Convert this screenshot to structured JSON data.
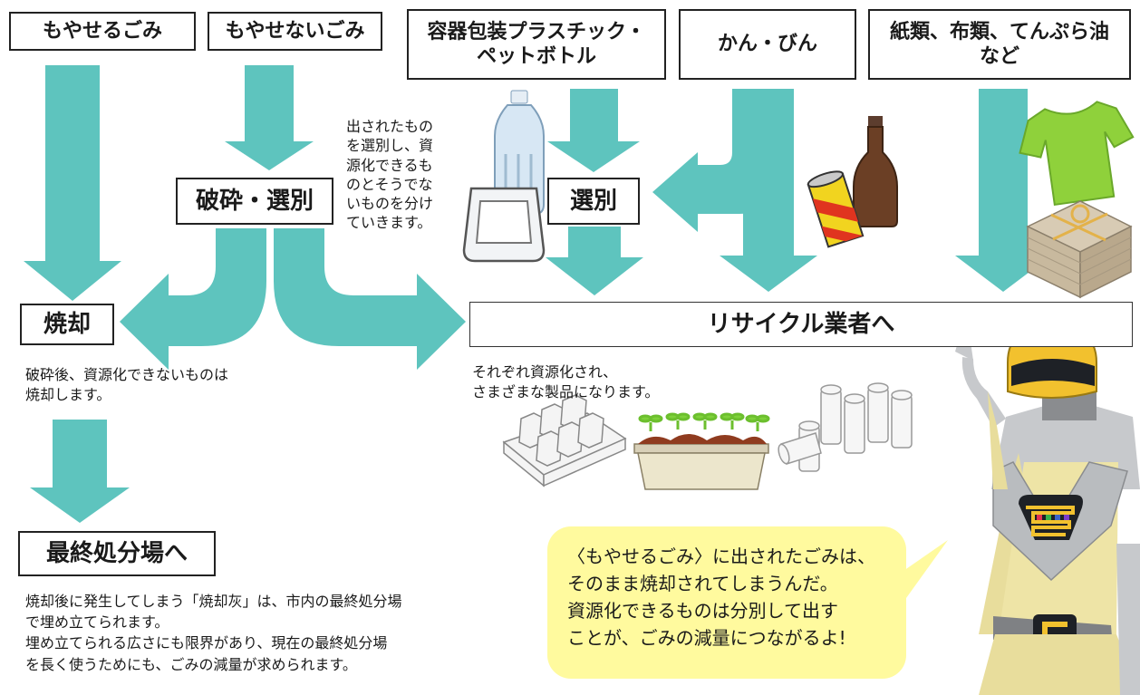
{
  "categories": {
    "burnable": "もやせるごみ",
    "non_burnable": "もやせないごみ",
    "plastic_line1": "容器包装プラスチック・",
    "plastic_line2": "ペットボトル",
    "cans_bottles": "かん・びん",
    "paper_line1": "紙類、布類、てんぷら油",
    "paper_line2": "など"
  },
  "processes": {
    "crush_sort": "破砕・選別",
    "sort": "選別",
    "incinerate": "焼却",
    "recycler": "リサイクル業者へ",
    "landfill": "最終処分場へ"
  },
  "notes": {
    "sorting": [
      "出されたもの",
      "を選別し、資",
      "源化できるも",
      "のとそうでな",
      "いものを分け",
      "ていきます。"
    ],
    "incinerate": [
      "破砕後、資源化できないものは",
      "焼却します。"
    ],
    "recycle": [
      "それぞれ資源化され、",
      "さまざまな製品になります。"
    ],
    "landfill": [
      "焼却後に発生してしまう「焼却灰」は、市内の最終処分場",
      "で埋め立てられます。",
      "埋め立てられる広さにも限界があり、現在の最終処分場",
      "を長く使うためにも、ごみの減量が求められます。"
    ]
  },
  "speech": [
    "〈もやせるごみ〉に出されたごみは、",
    "そのまま焼却されてしまうんだ。",
    "資源化できるものは分別して出す",
    "ことが、ごみの減量につながるよ!"
  ],
  "colors": {
    "arrow": "#5ec4be",
    "bubble": "#fffa9e",
    "box_border": "#222222"
  },
  "icons": [
    "pet-bottle-icon",
    "plastic-tray-icon",
    "glass-bottle-icon",
    "can-icon",
    "tshirt-icon",
    "newspaper-bundle-icon",
    "egg-carton-icon",
    "seedling-tray-icon",
    "paper-tubes-icon",
    "hero-mascot"
  ]
}
